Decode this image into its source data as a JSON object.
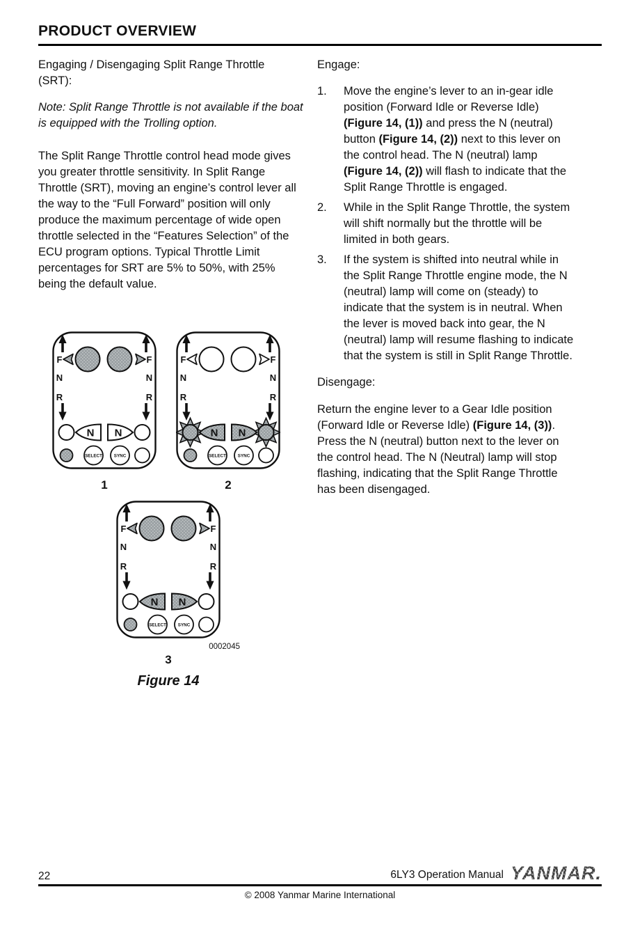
{
  "page": {
    "title": "PRODUCT OVERVIEW",
    "page_number": "22",
    "footer_manual": "6LY3 Operation Manual",
    "footer_logo": "YANMAR.",
    "footer_copyright": "© 2008 Yanmar Marine International"
  },
  "left_column": {
    "heading": "Engaging / Disengaging Split Range Throttle (SRT):",
    "note": "Note: Split Range Throttle is not available if the boat is equipped with the Trolling option.",
    "body": "The Split Range Throttle control head mode gives you greater throttle sensitivity. In Split Range Throttle (SRT), moving an engine’s control lever all the way to the “Full Forward” position will only produce the maximum percentage of wide open throttle selected in the “Features Selection” of the ECU program options. Typical Throttle Limit percentages for SRT are 5% to 50%, with 25% being the default value."
  },
  "right_column": {
    "engage_heading": "Engage:",
    "engage_steps": [
      {
        "number": "1.",
        "segments": [
          {
            "text": "Move the engine’s lever to an in-gear idle position (Forward Idle or Reverse Idle) ",
            "bold": false
          },
          {
            "text": "(Figure 14, (1))",
            "bold": true
          },
          {
            "text": " and press the N (neutral) button ",
            "bold": false
          },
          {
            "text": "(Figure 14, (2))",
            "bold": true
          },
          {
            "text": " next to this lever on the control head. The N (neutral) lamp ",
            "bold": false
          },
          {
            "text": "(Figure 14, (2))",
            "bold": true
          },
          {
            "text": " will flash to indicate that the Split Range Throttle is engaged.",
            "bold": false
          }
        ]
      },
      {
        "number": "2.",
        "segments": [
          {
            "text": "While in the Split Range Throttle, the system will shift normally but the throttle will be limited in both gears.",
            "bold": false
          }
        ]
      },
      {
        "number": "3.",
        "segments": [
          {
            "text": "If the system is shifted into neutral while in the Split Range Throttle engine mode, the N (neutral) lamp will come on (steady) to indicate that the system is in neutral. When the lever is moved back into gear, the N (neutral) lamp will resume flashing to indicate that the system is still in Split Range Throttle.",
            "bold": false
          }
        ]
      }
    ],
    "disengage_heading": "Disengage:",
    "disengage_segments": [
      {
        "text": "Return the engine lever to a Gear Idle position (Forward Idle or Reverse Idle) ",
        "bold": false
      },
      {
        "text": "(Figure 14, (3))",
        "bold": true
      },
      {
        "text": ". Press the N (neutral) button next to the lever on the control head. The N (Neutral) lamp will stop flashing, indicating that the Split Range Throttle has been disengaged.",
        "bold": false
      }
    ]
  },
  "figure": {
    "caption": "Figure 14",
    "code": "0002045",
    "labels": {
      "forward": "F",
      "neutral_gate": "N",
      "reverse": "R",
      "neutral_button": "N",
      "select": "SELECT",
      "sync": "SYNC"
    },
    "panels": [
      {
        "number": "1",
        "knobs_filled": true,
        "n_indicators_filled": false,
        "lamps_flashing": false
      },
      {
        "number": "2",
        "knobs_filled": false,
        "n_indicators_filled": true,
        "lamps_flashing": true
      },
      {
        "number": "3",
        "knobs_filled": true,
        "n_indicators_filled": true,
        "lamps_flashing": false
      }
    ]
  },
  "colors": {
    "ink": "#111111",
    "halftone_gray": "#9aa0a3",
    "halftone_dot": "#c8cccd",
    "paper": "#ffffff"
  }
}
